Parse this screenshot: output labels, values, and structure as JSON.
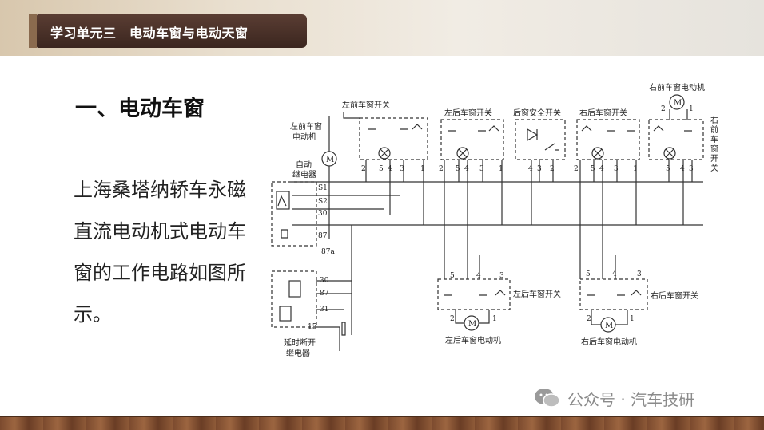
{
  "header": {
    "title": "学习单元三　电动车窗与电动天窗"
  },
  "section": {
    "heading": "一、电动车窗"
  },
  "body": {
    "paragraph": "上海桑塔纳轿车永磁直流电动机式电动车窗的工作电路如图所示。"
  },
  "diagram": {
    "labels": {
      "front_left_switch": "左前车窗开关",
      "front_left_motor_1": "左前车窗",
      "front_left_motor_2": "电动机",
      "auto_relay_1": "自动",
      "auto_relay_2": "继电器",
      "rear_left_switch": "左后车窗开关",
      "rear_safety_switch": "后窗安全开关",
      "rear_right_switch": "右后车窗开关",
      "front_right_motor": "右前车窗电动机",
      "front_right_switch_v": "右前车窗开关",
      "rear_left_door_switch": "左后车窗开关",
      "rear_right_door_switch": "右后车窗开关",
      "rear_left_motor": "左后车窗电动机",
      "rear_right_motor": "右后车窗电动机",
      "delay_relay_1": "延时断开",
      "delay_relay_2": "继电器",
      "motor_symbol": "M"
    },
    "pins": {
      "s1": "S1",
      "s2": "S2",
      "p30": "30",
      "p87": "87",
      "p87a": "87a",
      "p30b": "30",
      "p87b": "87",
      "p31": "31",
      "p15": "15",
      "n1": "1",
      "n2": "2",
      "n3": "3",
      "n4": "4",
      "n5": "5"
    }
  },
  "watermark": {
    "text": "公众号 · 汽车技研",
    "icon": "wechat-icon"
  }
}
